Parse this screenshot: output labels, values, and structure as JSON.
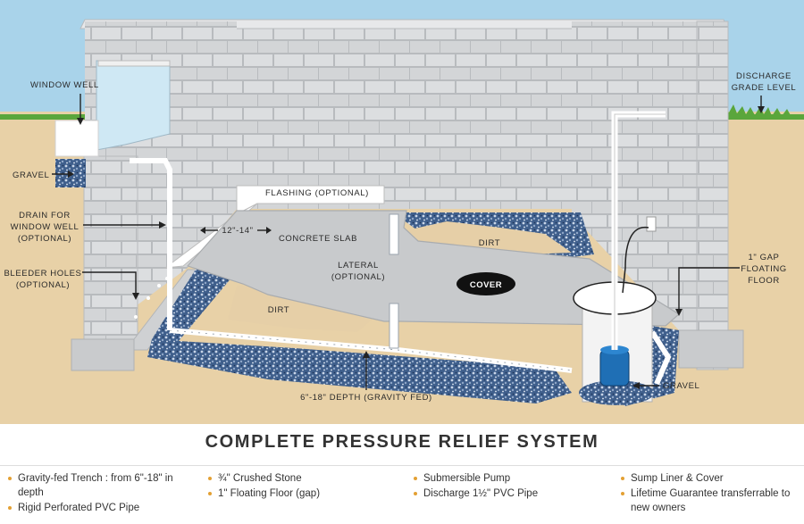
{
  "title": "COMPLETE PRESSURE RELIEF SYSTEM",
  "labels": {
    "window_well": "WINDOW WELL",
    "gravel_left": "GRAVEL",
    "drain_1": "DRAIN FOR",
    "drain_2": "WINDOW WELL",
    "drain_3": "(OPTIONAL)",
    "bleeder_1": "BLEEDER HOLES",
    "bleeder_2": "(OPTIONAL)",
    "flashing": "FLASHING (OPTIONAL)",
    "gap": "12\"-14\"",
    "concrete_slab": "CONCRETE SLAB",
    "dirt_right": "DIRT",
    "dirt_left": "DIRT",
    "lateral_1": "LATERAL",
    "lateral_2": "(OPTIONAL)",
    "cover": "COVER",
    "discharge_1": "DISCHARGE",
    "discharge_2": "GRADE LEVEL",
    "gap_floor_1": "1\" GAP",
    "gap_floor_2": "FLOATING",
    "gap_floor_3": "FLOOR",
    "gravel_right": "GRAVEL",
    "depth": "6\"-18\" DEPTH (GRAVITY FED)"
  },
  "legend": {
    "col1": [
      "Gravity-fed Trench : from 6\"-18\" in depth",
      "Rigid Perforated PVC Pipe"
    ],
    "col2": [
      "¾\" Crushed Stone",
      "1\" Floating Floor (gap)"
    ],
    "col3": [
      "Submersible Pump",
      "Discharge 1½\" PVC Pipe"
    ],
    "col4": [
      "Sump Liner & Cover",
      "Lifetime Guarantee transferrable to new owners"
    ]
  },
  "colors": {
    "sky": "#a9d3ea",
    "ground": "#e8d1a7",
    "block": "#d4d6d8",
    "slab": "#c7c9cb",
    "gravel": "#4f6e9a",
    "grass": "#5aa63c",
    "pump": "#1f6fb5",
    "bullet": "#e3a033"
  }
}
